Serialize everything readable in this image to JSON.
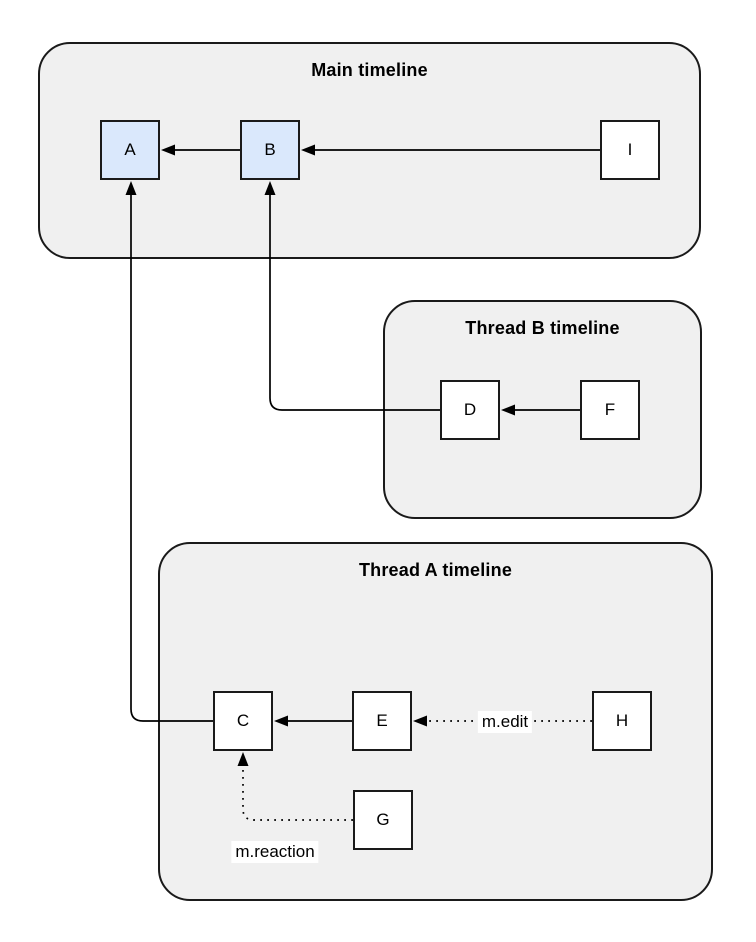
{
  "diagram": {
    "containers": [
      {
        "id": "main-timeline",
        "title": "Main timeline"
      },
      {
        "id": "thread-b-timeline",
        "title": "Thread B timeline"
      },
      {
        "id": "thread-a-timeline",
        "title": "Thread A timeline"
      }
    ],
    "nodes": [
      {
        "id": "A",
        "label": "A",
        "highlighted": true,
        "container": "main-timeline"
      },
      {
        "id": "B",
        "label": "B",
        "highlighted": true,
        "container": "main-timeline"
      },
      {
        "id": "I",
        "label": "I",
        "highlighted": false,
        "container": "main-timeline"
      },
      {
        "id": "D",
        "label": "D",
        "highlighted": false,
        "container": "thread-b-timeline"
      },
      {
        "id": "F",
        "label": "F",
        "highlighted": false,
        "container": "thread-b-timeline"
      },
      {
        "id": "C",
        "label": "C",
        "highlighted": false,
        "container": "thread-a-timeline"
      },
      {
        "id": "E",
        "label": "E",
        "highlighted": false,
        "container": "thread-a-timeline"
      },
      {
        "id": "H",
        "label": "H",
        "highlighted": false,
        "container": "thread-a-timeline"
      },
      {
        "id": "G",
        "label": "G",
        "highlighted": false,
        "container": "thread-a-timeline"
      }
    ],
    "edges": [
      {
        "from": "B",
        "to": "A",
        "style": "solid",
        "label": ""
      },
      {
        "from": "I",
        "to": "B",
        "style": "solid",
        "label": ""
      },
      {
        "from": "F",
        "to": "D",
        "style": "solid",
        "label": ""
      },
      {
        "from": "E",
        "to": "C",
        "style": "solid",
        "label": ""
      },
      {
        "from": "C",
        "to": "A",
        "style": "solid",
        "label": ""
      },
      {
        "from": "D",
        "to": "B",
        "style": "solid",
        "label": ""
      },
      {
        "from": "H",
        "to": "E",
        "style": "dotted",
        "label": "m.edit"
      },
      {
        "from": "G",
        "to": "C",
        "style": "dotted",
        "label": "m.reaction"
      }
    ],
    "colors": {
      "container_fill": "#f0f0f0",
      "container_border": "#1a1a1a",
      "node_fill": "#ffffff",
      "node_highlight_fill": "#dae8fc",
      "node_border": "#1a1a1a",
      "edge": "#000000",
      "label_background": "#ffffff",
      "page_background": "#ffffff"
    }
  }
}
